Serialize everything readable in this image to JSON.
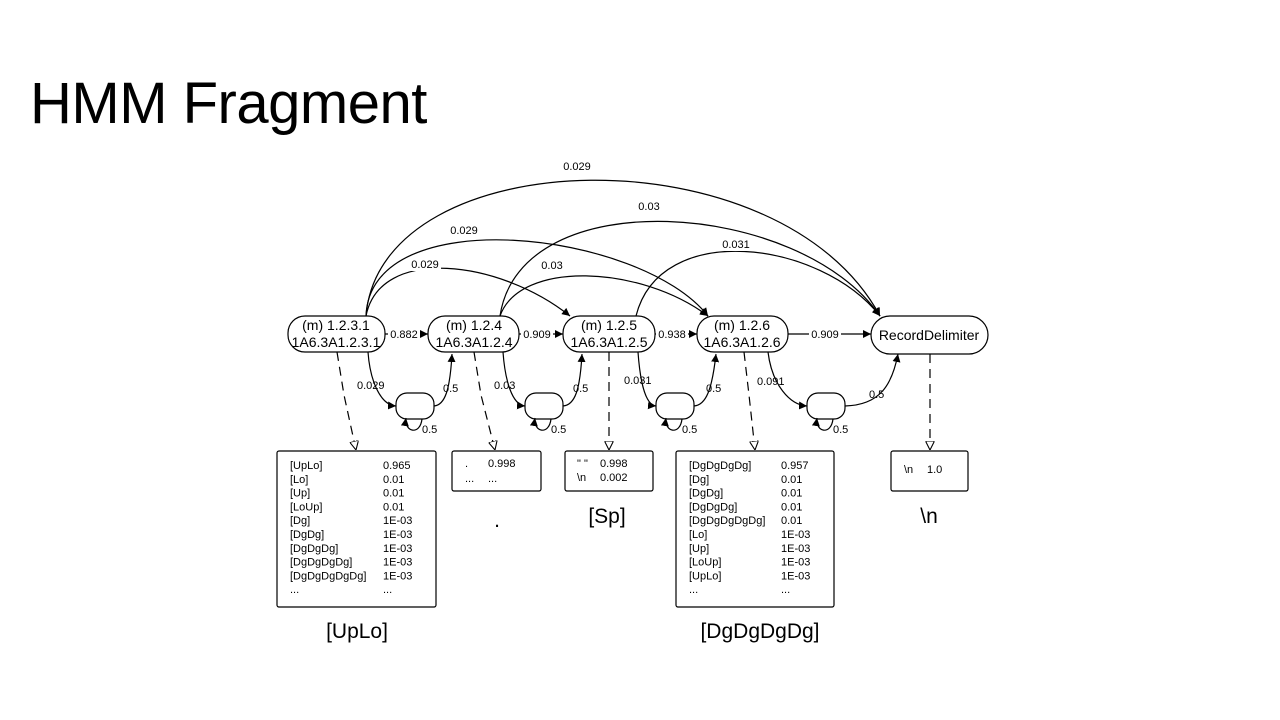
{
  "title": "HMM Fragment",
  "states": [
    {
      "id": "s1",
      "line1": "(m) 1.2.3.1",
      "line2": "1A6.3A1.2.3.1"
    },
    {
      "id": "s2",
      "line1": "(m) 1.2.4",
      "line2": "1A6.3A1.2.4"
    },
    {
      "id": "s3",
      "line1": "(m) 1.2.5",
      "line2": "1A6.3A1.2.5"
    },
    {
      "id": "s4",
      "line1": "(m) 1.2.6",
      "line2": "1A6.3A1.2.6"
    },
    {
      "id": "rd",
      "line1": "RecordDelimiter",
      "line2": ""
    }
  ],
  "transitions": {
    "s1_s2": "0.882",
    "s2_s3": "0.909",
    "s3_s4": "0.938",
    "s4_rd": "0.909",
    "arc_s1_rd": "0.029",
    "arc_s2_rd": "0.03",
    "arc_s1_s4": "0.029",
    "arc_s3_rd": "0.031",
    "arc_s1_s3": "0.029",
    "arc_s2_s4": "0.03",
    "loop1_in": "0.029",
    "loop1_out": "0.5",
    "loop1_self": "0.5",
    "loop2_in": "0.03",
    "loop2_out": "0.5",
    "loop2_self": "0.5",
    "loop3_in": "0.031",
    "loop3_out": "0.5",
    "loop3_self": "0.5",
    "loop4_in": "0.091",
    "loop4_out": "0.5",
    "loop4_self": "0.5"
  },
  "emissions": [
    {
      "caption": "[UpLo]",
      "rows": [
        [
          "[UpLo]",
          "0.965"
        ],
        [
          "[Lo]",
          "0.01"
        ],
        [
          "[Up]",
          "0.01"
        ],
        [
          "[LoUp]",
          "0.01"
        ],
        [
          "[Dg]",
          "1E-03"
        ],
        [
          "[DgDg]",
          "1E-03"
        ],
        [
          "[DgDgDg]",
          "1E-03"
        ],
        [
          "[DgDgDgDg]",
          "1E-03"
        ],
        [
          "[DgDgDgDgDg]",
          "1E-03"
        ],
        [
          "...",
          "..."
        ]
      ]
    },
    {
      "caption": ".",
      "rows": [
        [
          ".",
          "0.998"
        ],
        [
          "...",
          "..."
        ]
      ]
    },
    {
      "caption": "[Sp]",
      "rows": [
        [
          "\" \"",
          "0.998"
        ],
        [
          "\\n",
          "0.002"
        ]
      ]
    },
    {
      "caption": "[DgDgDgDg]",
      "rows": [
        [
          "[DgDgDgDg]",
          "0.957"
        ],
        [
          "[Dg]",
          "0.01"
        ],
        [
          "[DgDg]",
          "0.01"
        ],
        [
          "[DgDgDg]",
          "0.01"
        ],
        [
          "[DgDgDgDgDg]",
          "0.01"
        ],
        [
          "[Lo]",
          "1E-03"
        ],
        [
          "[Up]",
          "1E-03"
        ],
        [
          "[LoUp]",
          "1E-03"
        ],
        [
          "[UpLo]",
          "1E-03"
        ],
        [
          "...",
          "..."
        ]
      ]
    },
    {
      "caption": "\\n",
      "rows": [
        [
          "\\n",
          "1.0"
        ]
      ]
    }
  ]
}
